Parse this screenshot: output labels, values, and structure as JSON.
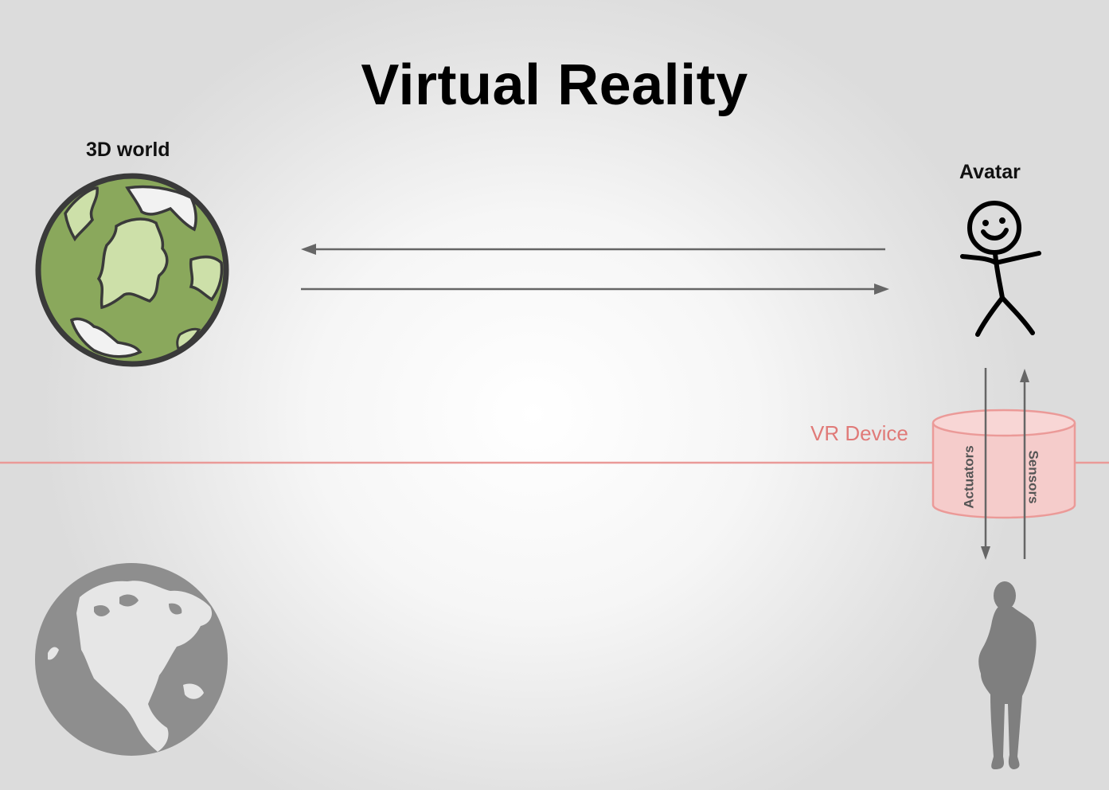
{
  "slide": {
    "title": "Virtual Reality"
  },
  "labels": {
    "world": "3D world",
    "avatar": "Avatar",
    "vr_device": "VR Device",
    "actuators": "Actuators",
    "sensors": "Sensors"
  },
  "colors": {
    "arrow": "#666666",
    "vr_line": "#ea9a98",
    "cylinder_fill": "#f5cccb",
    "cylinder_stroke": "#eb9a98",
    "vr_label": "#e07a78",
    "cartoon_globe_land": "#cde0a9",
    "cartoon_globe_sea": "#8aa85c",
    "real_globe_sea": "#8c8c8c",
    "real_globe_land": "#e6e6e6",
    "person_silhouette": "#7f7f7f"
  },
  "icons": [
    "cartoon-globe-icon",
    "stick-figure-icon",
    "real-globe-icon",
    "person-silhouette-icon",
    "cylinder-icon"
  ]
}
